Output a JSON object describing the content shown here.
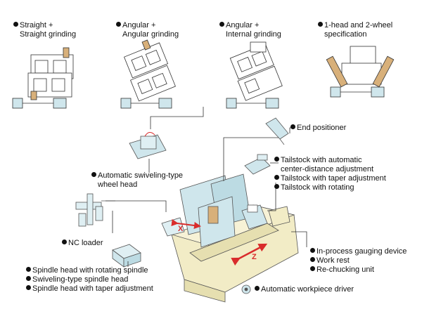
{
  "config_labels": [
    {
      "line1": "Straight +",
      "line2": "Straight grinding"
    },
    {
      "line1": "Angular +",
      "line2": "Angular grinding"
    },
    {
      "line1": "Angular +",
      "line2": "Internal grinding"
    },
    {
      "line1": "1-head and 2-wheel",
      "line2": "specification"
    }
  ],
  "callouts": {
    "end_positioner": "End positioner",
    "tailstock_auto_1": "Tailstock with automatic",
    "tailstock_auto_2": "center-distance adjustment",
    "tailstock_taper": "Tailstock with taper adjustment",
    "tailstock_rotating": "Tailstock with rotating",
    "wheel_head_1": "Automatic swiveling-type",
    "wheel_head_2": "wheel head",
    "nc_loader": "NC loader",
    "gauging": "In-process gauging device",
    "work_rest": "Work rest",
    "rechucking": "Re-chucking unit",
    "spindle_rotating": "Spindle head with rotating spindle",
    "spindle_swiveling": "Swiveling-type spindle head",
    "spindle_taper": "Spindle head with taper adjustment",
    "workpiece_driver": "Automatic workpiece driver"
  },
  "axes": {
    "x": "X",
    "z": "Z"
  },
  "colors": {
    "machine_blue": "#cfe6ec",
    "bed_cream": "#f2ecc6",
    "wheel_tan": "#d8b07a",
    "axis_red": "#d92c2c",
    "line_dark": "#333333"
  }
}
